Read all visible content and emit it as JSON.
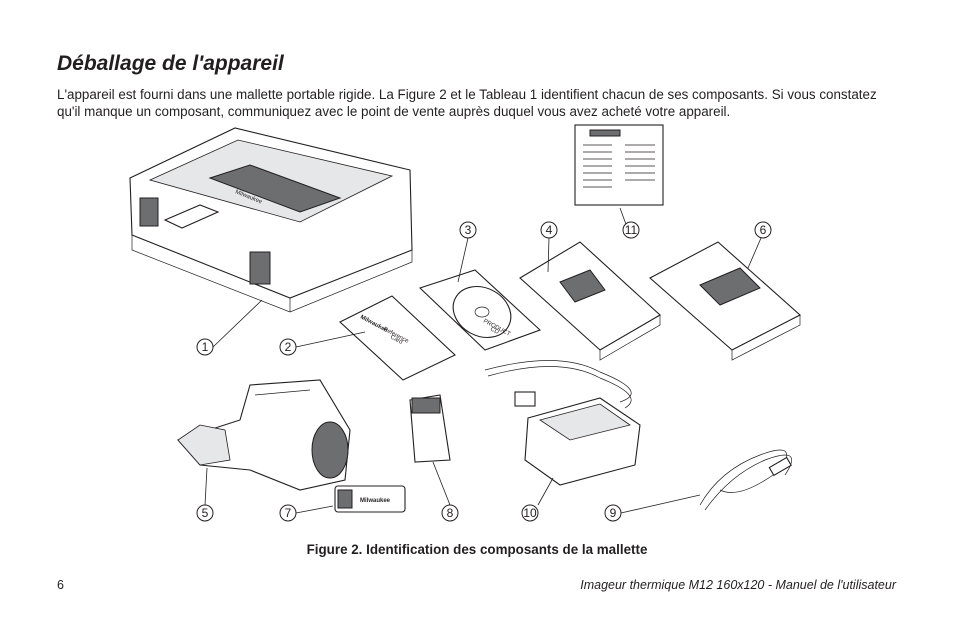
{
  "page": {
    "title": "Déballage de l'appareil",
    "intro": "L'appareil est fourni dans une mallette portable rigide. La Figure 2 et le Tableau 1 identifient chacun de ses composants. Si vous constatez qu'il manque un composant, communiquez avec le point de vente auprès duquel vous avez acheté votre appareil.",
    "caption": "Figure 2. Identification des composants de la mallette",
    "page_number": "6",
    "footer": "Imageur thermique M12 160x120 - Manuel de l'utilisateur"
  },
  "figure": {
    "callouts": [
      "1",
      "2",
      "3",
      "4",
      "11",
      "6",
      "5",
      "7",
      "8",
      "10",
      "9"
    ],
    "case_brand": "Milwaukee",
    "card_label_1": "Reference",
    "card_label_2": "Card",
    "cd_label_1": "PRODUCT",
    "cd_label_2": "CD"
  },
  "colors": {
    "ink": "#231f20",
    "gray": "#6d6e70",
    "light": "#e6e7e8"
  }
}
